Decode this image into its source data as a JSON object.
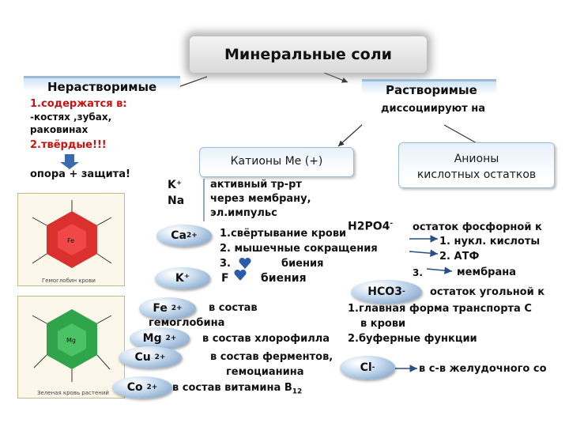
{
  "title": "Минеральные соли",
  "insoluble": {
    "header": "Нерастворимые",
    "line1": "1.содержатся в:",
    "line2": "-костях ,зубах,",
    "line3": "раковинах",
    "line4": "2.твёрдые!!!",
    "function": "опора + защита!"
  },
  "soluble": {
    "header": "Растворимые",
    "subtitle": "диссоциируют на"
  },
  "cations_box": "Катионы Ме (+)",
  "anions_box": {
    "line1": "Анионы",
    "line2": "кислотных остатков"
  },
  "images": {
    "hemoglobin_caption": "Гемоглобин крови",
    "chlorophyll_caption": "Зеленая кровь растений"
  },
  "cations": [
    {
      "ion": "K⁺ Na",
      "desc": [
        "активный тр-рт",
        "через мембрану,",
        "эл.импульс"
      ]
    },
    {
      "ion": "Ca",
      "charge": "2+",
      "desc": [
        "1.свёртывание крови",
        "2. мышечные сокращения",
        "3. ",
        "биения"
      ]
    },
    {
      "ion": "K⁺",
      "desc": [
        "F",
        "биения"
      ]
    },
    {
      "ion": "Fe",
      "charge": "2+",
      "desc": [
        "в состав",
        "гемоглобина"
      ]
    },
    {
      "ion": "Mg",
      "charge": "2+",
      "desc": [
        "в состав хлорофилла"
      ]
    },
    {
      "ion": "Cu",
      "charge": "2+",
      "desc": [
        "в состав ферментов,",
        "гемоцианина"
      ]
    },
    {
      "ion": "Co",
      "charge": "2+",
      "desc": [
        "в состав витамина B"
      ],
      "sub": "12"
    }
  ],
  "anions": [
    {
      "ion": "H2PO4",
      "charge": "-",
      "desc": "остаток фосфорной к",
      "items": [
        "1. нукл. кислоты",
        "2. АТФ",
        "3.",
        "мембрана"
      ]
    },
    {
      "ion": "HCO3",
      "charge": "-",
      "desc": "остаток угольной к",
      "items": [
        "1.главная форма транспорта С",
        "в крови",
        "2.буферные функции"
      ]
    },
    {
      "ion": "Cl",
      "charge": "-",
      "desc": "в с-в желудочного со"
    }
  ],
  "colors": {
    "arrow_blue": "#2a4f88",
    "red_text": "#cc1111",
    "heme_red": "#d61a1a",
    "chloro_green": "#1a9a3a"
  }
}
